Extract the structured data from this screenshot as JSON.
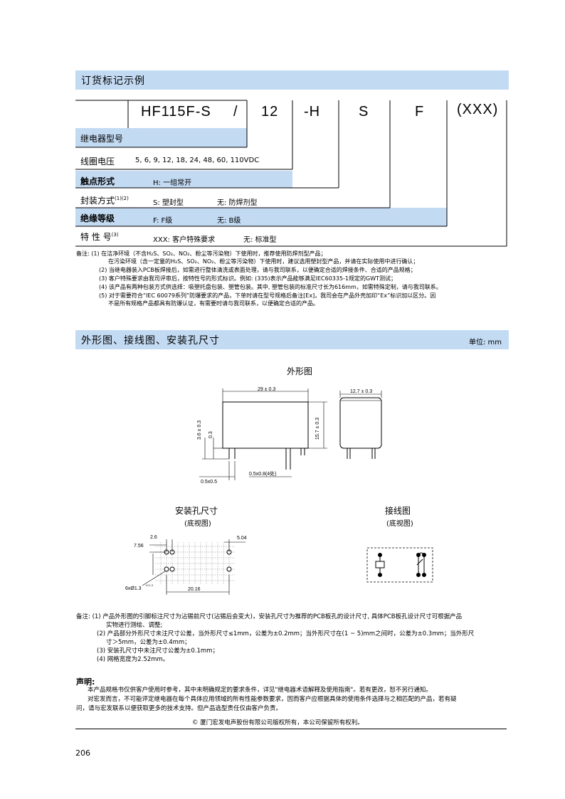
{
  "ordering": {
    "title": "订货标记示例",
    "code_parts": [
      "HF115F-S",
      "/",
      "12",
      "-H",
      "S",
      "F",
      "(XXX)"
    ],
    "rows": [
      {
        "label": "继电器型号",
        "sup": "",
        "value": ""
      },
      {
        "label": "线圈电压",
        "sup": "",
        "value": "5, 6, 9, 12, 18, 24, 48, 60, 110VDC"
      },
      {
        "label": "触点形式",
        "sup": "",
        "value": "H: 一组常开"
      },
      {
        "label": "封装方式",
        "sup": "(1)(2)",
        "value": "S: 塑封型",
        "value2": "无: 防焊剂型"
      },
      {
        "label": "绝缘等级",
        "sup": "",
        "value": "F: F级",
        "value2": "无: B级"
      },
      {
        "label": "特 性 号",
        "sup": "(3)",
        "value": "XXX: 客户特殊要求",
        "value2": "无: 标准型"
      }
    ],
    "notes": [
      "备注: (1) 在洁净环境（不含H₂S、SO₂、NO₂、粉尘等污染物）下使用时，推荐使用防焊剂型产品；",
      "在污染环境（含一定量的H₂S、SO₂、NO₂、粉尘等污染物）下使用时，建议选用塑封型产品，并请在实际使用中进行确认；",
      "(2) 当继电器装入PCB板焊接后，如需进行整体清洗或表面处理，请与我司联系，以便确定合适的焊接条件、合适的产品规格；",
      "(3) 客户特殊要求由我司评审后，按特性号的形式标识。例如: (335)表示产品能够满足IEC60335-1规定的GWT测试；",
      "(4) 该产品有两种包装方式供选择：吸塑托盘包装、塑管包装。其中, 塑管包装的标准尺寸长为616mm，如需特殊定制，请与我司联系。",
      "(5) 对于需要符合“IEC 60079系列”防爆要求的产品，下单时请在型号规格后备注[Ex]，我司会在产品外壳加印“Ex”标识加以区分。因",
      "不是所有规格产品都具有防爆认证，有需要时请与我司联系，以便确定合适的产品。"
    ]
  },
  "dims": {
    "title": "外形图、接线图、安装孔尺寸",
    "unit": "单位: mm",
    "outline_title": "外形图",
    "outline_labels": {
      "length": "29 ± 0.3",
      "width": "12.7 ± 0.3",
      "height": "15.7 ± 0.3",
      "pin_len": "3.6 ± 0.3",
      "pin_t": "0.3",
      "pin_w": "0.5x0.5",
      "pin_w2": "0.5x0.8(4处)"
    },
    "holes_title": "安装孔尺寸",
    "holes_sub": "(底视图)",
    "holes_labels": {
      "a": "2.6",
      "b": "7.56",
      "c": "5.04",
      "d": "6xØ1.3",
      "d_tol": "+0.1 0",
      "e": "20.16"
    },
    "wiring_title": "接线图",
    "wiring_sub": "(底视图)",
    "notes": [
      "备注: (1) 产品外形图的引脚标注尺寸为沾锡前尺寸(沾锡后会变大)，安装孔尺寸为推荐的PCB板孔的设计尺寸, 具体PCB板孔设计尺寸可根据产品",
      "实物进行测绘、调整;",
      "(2) 产品部分外形尺寸未注尺寸公差，当外形尺寸≤1mm，公差为±0.2mm；当外形尺寸在(1 ~ 5)mm之间时，公差为±0.3mm；当外形尺",
      "寸＞5mm，公差为±0.4mm；",
      "(3) 安装孔尺寸中未注尺寸公差为±0.1mm；",
      "(4) 网格宽度为2.52mm。"
    ]
  },
  "statement": {
    "title": "声明:",
    "lines": [
      "本产品规格书仅供客户使用时参考，其中未明确规定的要求条件，详见\"继电器术语解释及使用指南\"。若有更改，恕不另行通知。",
      "对宏发而言，不可能评定继电器在每个具体应用领域的所有性能参数要求，因而客户应根据具体的使用条件选择与之相匹配的产品，若有疑",
      "问，请与宏发联系以便获取更多的技术支持。但产品选型责任仅由客户负责。"
    ],
    "copyright": "© 厦门宏发电声股份有限公司版权所有，本公司保留所有权利。"
  },
  "page_number": "206"
}
